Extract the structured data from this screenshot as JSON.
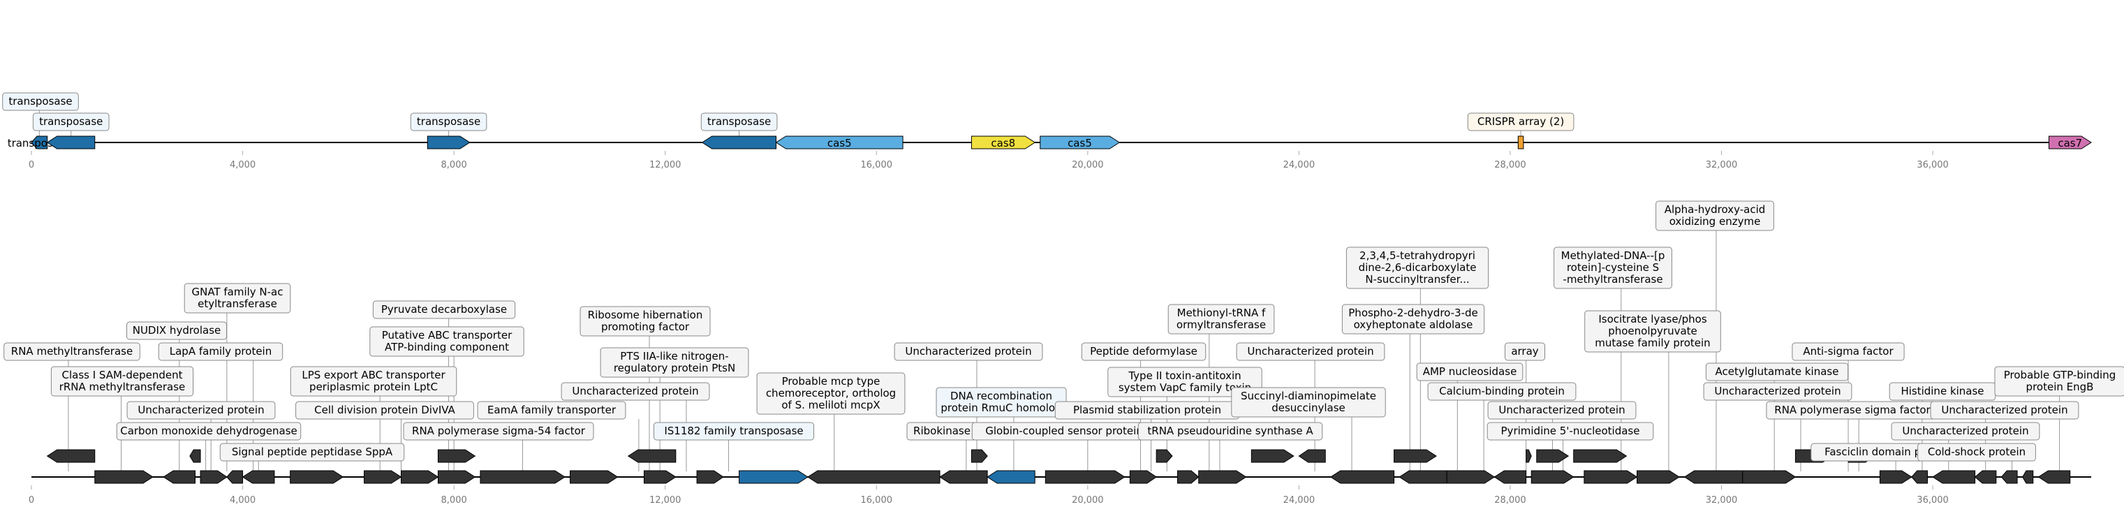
{
  "top_track": {
    "range": [
      0,
      39000
    ],
    "ticks": [
      "0",
      "4,000",
      "8,000",
      "12,000",
      "16,000",
      "20,000",
      "24,000",
      "28,000",
      "32,000",
      "36,000"
    ],
    "features": [
      {
        "start": 0,
        "end": 300,
        "strand": -1,
        "color": "#1f6ea6",
        "label": "transposase",
        "callout": "transposase",
        "box_fill": "#eef6fc"
      },
      {
        "start": 300,
        "end": 1200,
        "strand": -1,
        "color": "#1f6ea6",
        "label": "",
        "callout": "transposase",
        "box_fill": "#eef6fc"
      },
      {
        "start": 7500,
        "end": 8300,
        "strand": 1,
        "color": "#1f6ea6",
        "label": "",
        "callout": "transposase",
        "box_fill": "#eef6fc"
      },
      {
        "start": 12700,
        "end": 14100,
        "strand": -1,
        "color": "#1f6ea6",
        "label": "",
        "callout": "transposase",
        "box_fill": "#eef6fc"
      },
      {
        "start": 14100,
        "end": 16500,
        "strand": -1,
        "color": "#5aade0",
        "label": "cas5",
        "callout": "",
        "box_fill": ""
      },
      {
        "start": 17800,
        "end": 19000,
        "strand": 1,
        "color": "#f0e040",
        "label": "cas8",
        "callout": "",
        "box_fill": ""
      },
      {
        "start": 19100,
        "end": 20600,
        "strand": 1,
        "color": "#5aade0",
        "label": "cas5",
        "callout": "",
        "box_fill": ""
      },
      {
        "start": 28150,
        "end": 28250,
        "strand": 0,
        "color": "#f0a030",
        "label": "",
        "callout": "CRISPR array (2)",
        "box_fill": "#fdf6ea"
      },
      {
        "start": 38200,
        "end": 39000,
        "strand": 1,
        "color": "#d070b0",
        "label": "cas7",
        "callout": "",
        "box_fill": ""
      }
    ]
  },
  "bottom_track": {
    "range": [
      0,
      39000
    ],
    "ticks": [
      "0",
      "4,000",
      "8,000",
      "12,000",
      "16,000",
      "20,000",
      "24,000",
      "28,000",
      "32,000",
      "36,000"
    ],
    "callouts": [
      "RNA methyltransferase",
      "Class I SAM-dependent rRNA methyltransferase",
      "NUDIX hydrolase",
      "GNAT family N-ac etyltransferase",
      "LapA family protein",
      "Uncharacterized protein",
      "Carbon monoxide dehydrogenase",
      "Signal peptide peptidase SppA",
      "LPS export ABC transporter periplasmic protein LptC",
      "Cell division protein DivIVA",
      "Pyruvate decarboxylase",
      "Putative ABC transporter ATP-binding component",
      "RNA polymerase sigma-54 factor",
      "EamA family transporter",
      "Ribosome hibernation promoting factor",
      "PTS IIA-like nitrogen-regulatory protein PtsN",
      "Uncharacterized protein",
      "IS1182 family transposase",
      "Probable mcp type chemoreceptor, ortholog of S. meliloti mcpX",
      "Uncharacterized protein",
      "Ribokinase",
      "DNA recombination protein RmuC homolog",
      "Globin-coupled sensor protein",
      "Peptide deformylase",
      "Methionyl-tRNA f ormyltransferase",
      "Type II toxin-antitoxin system VapC family toxin",
      "Plasmid stabilization protein",
      "tRNA pseudouridine synthase A",
      "Uncharacterized protein",
      "Succinyl-diaminopimelate desuccinylase",
      "2,3,4,5-tetrahydropyri dine-2,6-dicarboxylate N-succinyltransfer...",
      "Phospho-2-dehydro-3-de oxyheptonate aldolase",
      "AMP nucleosidase",
      "array",
      "Calcium-binding protein",
      "Uncharacterized protein",
      "Pyrimidine 5'-nucleotidase",
      "Methylated-DNA--[p rotein]-cysteine S -methyltransferase",
      "Isocitrate lyase/phos phoenolpyruvate mutase family protein",
      "Alpha-hydroxy-acid oxidizing enzyme",
      "Acetylglutamate kinase",
      "Uncharacterized protein",
      "Anti-sigma factor",
      "RNA polymerase sigma factor",
      "Histidine kinase",
      "Fasciclin domain protein",
      "Uncharacterized protein",
      "Probable GTP-binding protein EngB",
      "Uncharacterized protein",
      "Cold-shock protein"
    ]
  }
}
